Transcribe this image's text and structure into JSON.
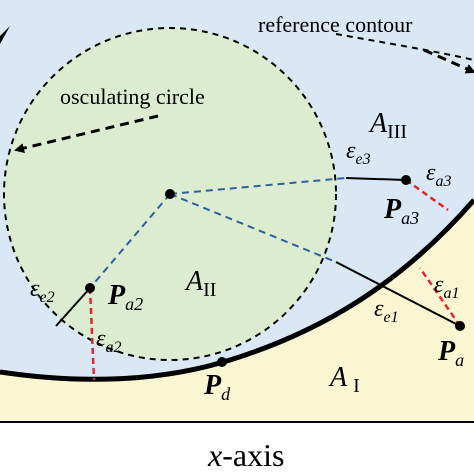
{
  "labels": {
    "reference_contour": "reference contour",
    "osculating_circle": "osculating circle",
    "x_axis": "x-axis",
    "x_axis_var": "x",
    "x_axis_rest": "-axis",
    "region_I": {
      "base": "A",
      "sub": "I"
    },
    "region_II": {
      "base": "A",
      "sub": "II"
    },
    "region_III": {
      "base": "A",
      "sub": "III"
    },
    "p_a1": {
      "base": "P",
      "sub": "a"
    },
    "p_a2": {
      "base": "P",
      "sub": "a2"
    },
    "p_a3": {
      "base": "P",
      "sub": "a3"
    },
    "p_d": {
      "base": "P",
      "sub": "d"
    },
    "eps_e1": {
      "base": "ε",
      "sub": "e1"
    },
    "eps_e2": {
      "base": "ε",
      "sub": "e2"
    },
    "eps_e3": {
      "base": "ε",
      "sub": "e3"
    },
    "eps_a1": {
      "base": "ε",
      "sub": "a1"
    },
    "eps_a2": {
      "base": "ε",
      "sub": "a2"
    },
    "eps_a3": {
      "base": "ε",
      "sub": "a3"
    }
  },
  "colors": {
    "region_upper": "#d9e8f4",
    "region_lower": "#fbf6d2",
    "osculating_circle_fill": "#dcecd0",
    "contour": "#000000",
    "radius_lines": "#2e5f9e",
    "error_lines": "#e0262e"
  }
}
